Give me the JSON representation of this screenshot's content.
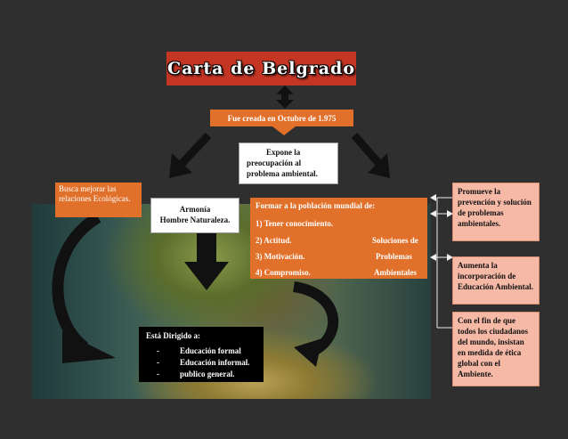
{
  "title": "Carta de Belgrado",
  "created": "Fue creada en Octubre de 1.975",
  "expone": [
    "Expone la",
    "preocupación al",
    "problema ambiental."
  ],
  "busca": "Busca mejorar las relaciones Ecológicas.",
  "armonia": [
    "Armonía",
    "Hombre Naturaleza."
  ],
  "formar": {
    "heading": "Formar a la población mundial de:",
    "items": [
      "1) Tener conocimiento.",
      "2) Actitud.",
      "3) Motivación.",
      "4) Compromiso."
    ],
    "result": [
      "Soluciones de",
      "Problemas",
      "Ambientales"
    ]
  },
  "promueve": "Promueve la prevención y solución de problemas ambientales.",
  "aumenta": "Aumenta la incorporación de Educación Ambiental.",
  "confin": "Con el fin de que todos los ciudadanos del mundo, insistan en medida de ética global con el Ambiente.",
  "dirigido": {
    "heading": "Está Dirigido a:",
    "dash": "-",
    "items": [
      "Educación formal",
      "Educación informal.",
      "publico general."
    ]
  },
  "colors": {
    "title_bg": "#c43524",
    "orange": "#e1702a",
    "peach": "#f6b9a6",
    "background": "#2f2f2f"
  }
}
